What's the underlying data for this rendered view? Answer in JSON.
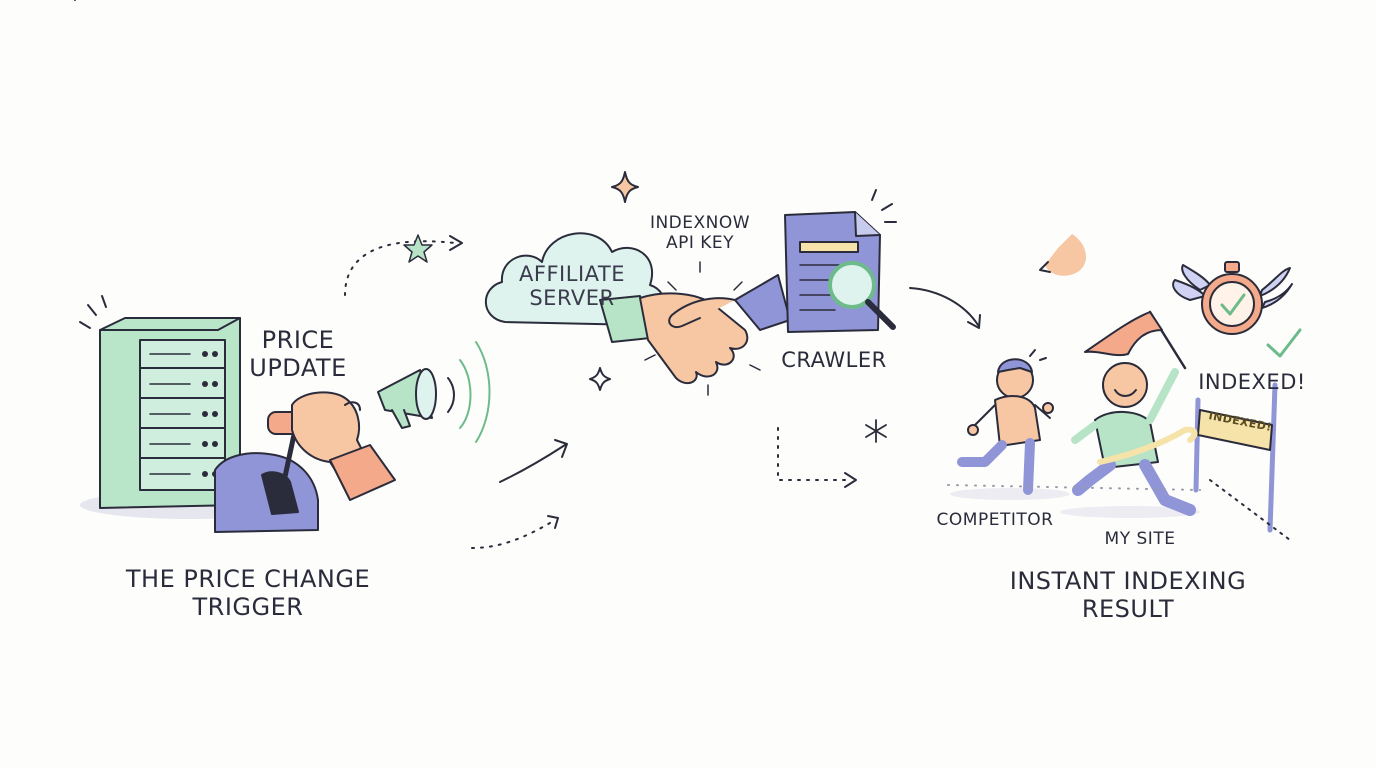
{
  "labels": {
    "price_update": [
      "PRICE",
      "UPDATE"
    ],
    "trigger_caption": [
      "THE PRICE CHANGE",
      "TRIGGER"
    ],
    "affiliate_server": [
      "AFFILIATE",
      "SERVER"
    ],
    "api_key": [
      "INDEXNOW",
      "API KEY"
    ],
    "crawler": "CRAWLER",
    "indexed_text": "INDEXED!",
    "indexed_ribbon": "INDEXED!",
    "competitor": "COMPETITOR",
    "my_site": "MY SITE",
    "result_caption": [
      "INSTANT INDEXING",
      "RESULT"
    ]
  },
  "colors": {
    "ink": "#2b2c3b",
    "mint": "#b7e4c7",
    "lavender": "#8f95d6",
    "skin": "#f7c6a3",
    "peach": "#f3a98a",
    "cloud": "#dff3ee"
  },
  "icons": [
    "server-icon",
    "lever-icon",
    "megaphone-icon",
    "cloud-icon",
    "handshake-icon",
    "document-magnifier-icon",
    "stopwatch-icon",
    "flag-icon",
    "finish-line-icon"
  ]
}
